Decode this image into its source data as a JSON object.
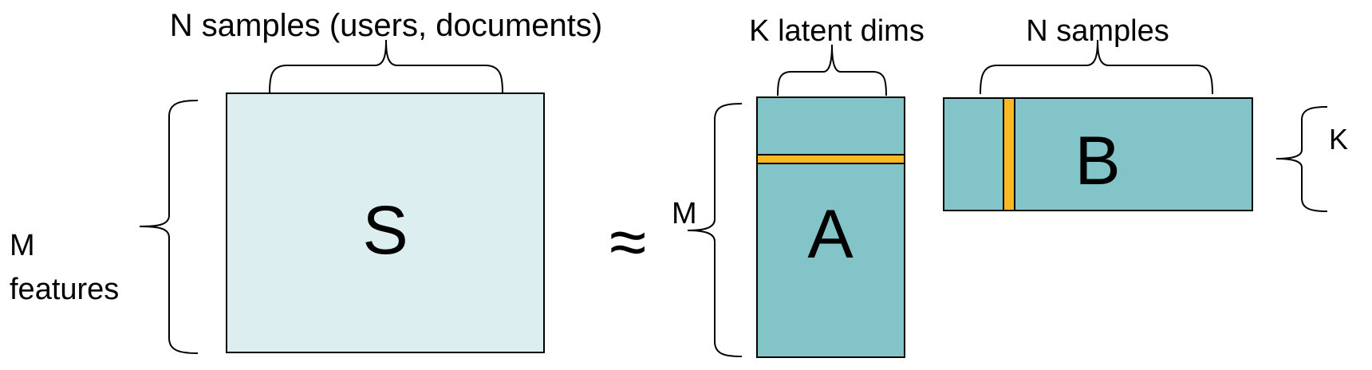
{
  "labels": {
    "s_top": "N samples (users, documents)",
    "s_left_line1": "M",
    "s_left_line2": "features",
    "a_top": "K latent dims",
    "a_left": "M",
    "b_top": "N samples",
    "b_right": "K",
    "approx": "≈"
  },
  "matrices": {
    "s": "S",
    "a": "A",
    "b": "B"
  },
  "colors": {
    "s_fill": "#ddeef0",
    "ab_fill": "#82c4c7",
    "highlight": "#f9b924",
    "stroke": "#000000"
  }
}
